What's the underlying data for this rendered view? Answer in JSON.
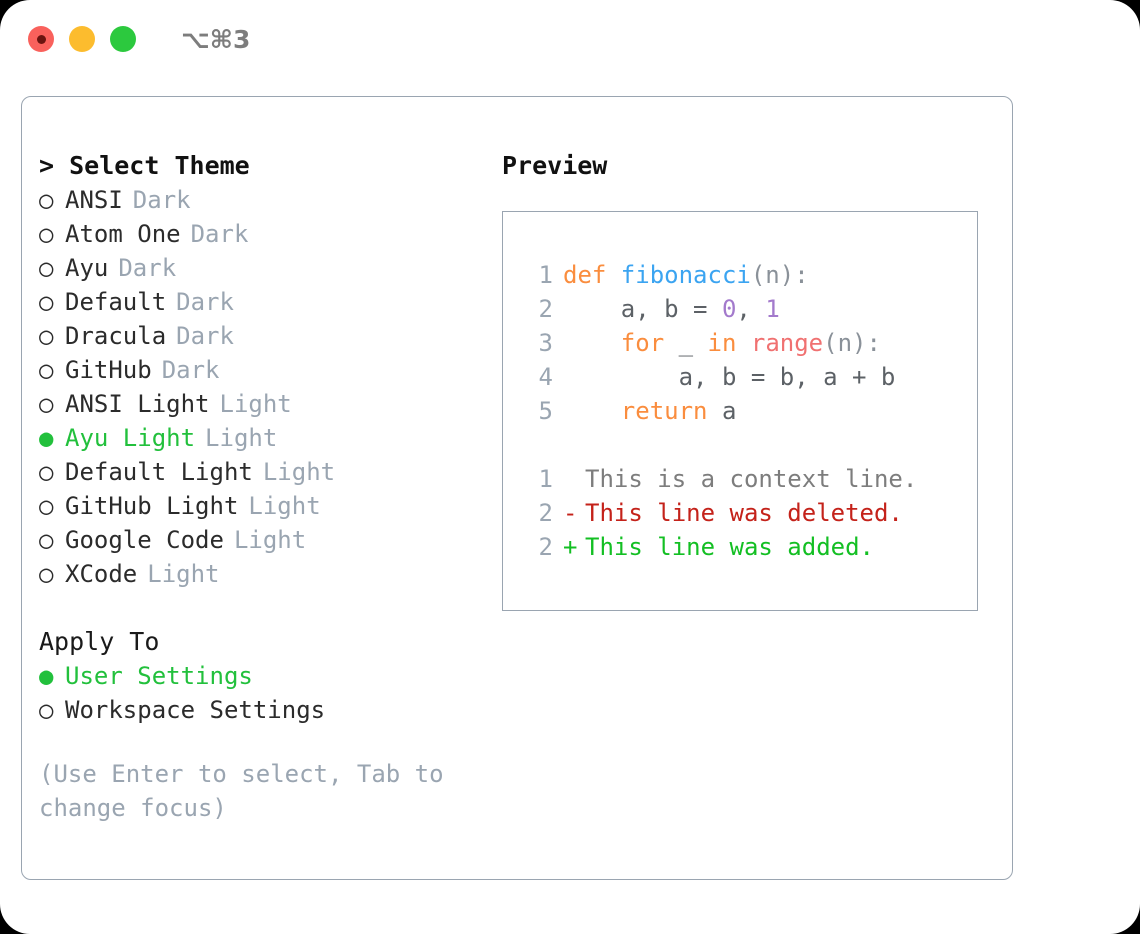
{
  "titlebar": {
    "shortcut": "⌥⌘3",
    "dots": [
      "close",
      "minimize",
      "maximize"
    ]
  },
  "theme_section": {
    "header": "> Select Theme",
    "focused": true,
    "items": [
      {
        "bullet": "○",
        "name": "ANSI",
        "suffix": "Dark",
        "selected": false
      },
      {
        "bullet": "○",
        "name": "Atom One",
        "suffix": "Dark",
        "selected": false
      },
      {
        "bullet": "○",
        "name": "Ayu",
        "suffix": "Dark",
        "selected": false
      },
      {
        "bullet": "○",
        "name": "Default",
        "suffix": "Dark",
        "selected": false
      },
      {
        "bullet": "○",
        "name": "Dracula",
        "suffix": "Dark",
        "selected": false
      },
      {
        "bullet": "○",
        "name": "GitHub",
        "suffix": "Dark",
        "selected": false
      },
      {
        "bullet": "○",
        "name": "ANSI Light",
        "suffix": "Light",
        "selected": false
      },
      {
        "bullet": "●",
        "name": "Ayu Light",
        "suffix": "Light",
        "selected": true
      },
      {
        "bullet": "○",
        "name": "Default Light",
        "suffix": "Light",
        "selected": false
      },
      {
        "bullet": "○",
        "name": "GitHub Light",
        "suffix": "Light",
        "selected": false
      },
      {
        "bullet": "○",
        "name": "Google Code",
        "suffix": "Light",
        "selected": false
      },
      {
        "bullet": "○",
        "name": "XCode",
        "suffix": "Light",
        "selected": false
      }
    ]
  },
  "apply_section": {
    "header": "Apply To",
    "focused": false,
    "items": [
      {
        "bullet": "●",
        "name": "User Settings",
        "selected": true
      },
      {
        "bullet": "○",
        "name": "Workspace Settings",
        "selected": false
      }
    ]
  },
  "hint": "(Use Enter to select, Tab to change focus)",
  "preview": {
    "title": "Preview",
    "code_lines": [
      {
        "lineno": "1",
        "tokens": [
          {
            "text": "def ",
            "kind": "kw"
          },
          {
            "text": "fibonacci",
            "kind": "fn"
          },
          {
            "text": "(n):",
            "kind": "punct"
          }
        ]
      },
      {
        "lineno": "2",
        "tokens": [
          {
            "text": "    a, b = ",
            "kind": "plain"
          },
          {
            "text": "0",
            "kind": "num"
          },
          {
            "text": ", ",
            "kind": "plain"
          },
          {
            "text": "1",
            "kind": "num"
          }
        ]
      },
      {
        "lineno": "3",
        "tokens": [
          {
            "text": "    ",
            "kind": "plain"
          },
          {
            "text": "for",
            "kind": "kw"
          },
          {
            "text": " _ ",
            "kind": "plain"
          },
          {
            "text": "in",
            "kind": "kw"
          },
          {
            "text": " ",
            "kind": "plain"
          },
          {
            "text": "range",
            "kind": "call"
          },
          {
            "text": "(n):",
            "kind": "punct"
          }
        ]
      },
      {
        "lineno": "4",
        "tokens": [
          {
            "text": "        a, b = b, a + b",
            "kind": "plain"
          }
        ]
      },
      {
        "lineno": "5",
        "tokens": [
          {
            "text": "    ",
            "kind": "plain"
          },
          {
            "text": "return",
            "kind": "kw"
          },
          {
            "text": " a",
            "kind": "plain"
          }
        ]
      }
    ],
    "diff_lines": [
      {
        "lineno": "1",
        "marker": " ",
        "text": "This is a context line.",
        "kind": "context"
      },
      {
        "lineno": "2",
        "marker": "-",
        "text": "This line was deleted.",
        "kind": "del"
      },
      {
        "lineno": "2",
        "marker": "+",
        "text": "This line was added.",
        "kind": "add"
      }
    ]
  },
  "colors": {
    "accent_green": "#22c03c",
    "muted": "#9aa5b1",
    "border": "#9aa5b1",
    "keyword": "#fa8d3e",
    "function": "#3ba4f1",
    "call": "#f07171",
    "number": "#a37acc",
    "diff_added": "#13bf23",
    "diff_deleted": "#c4221a",
    "dot_red": "#f9615c",
    "dot_yellow": "#fcbc2e",
    "dot_green": "#2cc93e"
  }
}
